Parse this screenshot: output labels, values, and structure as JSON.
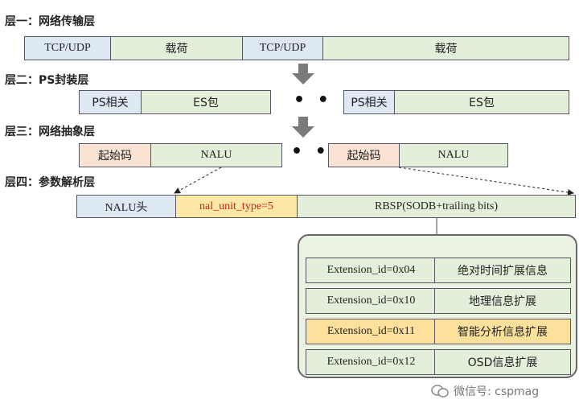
{
  "layers": {
    "l1": "层一：网络传输层",
    "l2": "层二：PS封装层",
    "l3": "层三：网络抽象层",
    "l4": "层四：参数解析层"
  },
  "row1": {
    "tcp": "TCP/UDP",
    "payload": "载荷"
  },
  "row2": {
    "ps": "PS相关",
    "es": "ES包"
  },
  "row3": {
    "start": "起始码",
    "nalu": "NALU"
  },
  "row4": {
    "head": "NALU头",
    "type": "nal_unit_type=5",
    "rbsp": "RBSP(SODB+trailing bits)"
  },
  "ellipsis": "• • •",
  "extensions": [
    {
      "id": "Extension_id=0x04",
      "desc": "绝对时间扩展信息",
      "highlight": false
    },
    {
      "id": "Extension_id=0x10",
      "desc": "地理信息扩展",
      "highlight": false
    },
    {
      "id": "Extension_id=0x11",
      "desc": "智能分析信息扩展",
      "highlight": true
    },
    {
      "id": "Extension_id=0x12",
      "desc": "OSD信息扩展",
      "highlight": false
    }
  ],
  "watermark": "微信号: cspmag",
  "colors": {
    "blue": "#dde8f3",
    "green": "#e3efdb",
    "pink": "#fbe3d4",
    "yellow": "#fde8a8",
    "red_text": "#d02020"
  }
}
